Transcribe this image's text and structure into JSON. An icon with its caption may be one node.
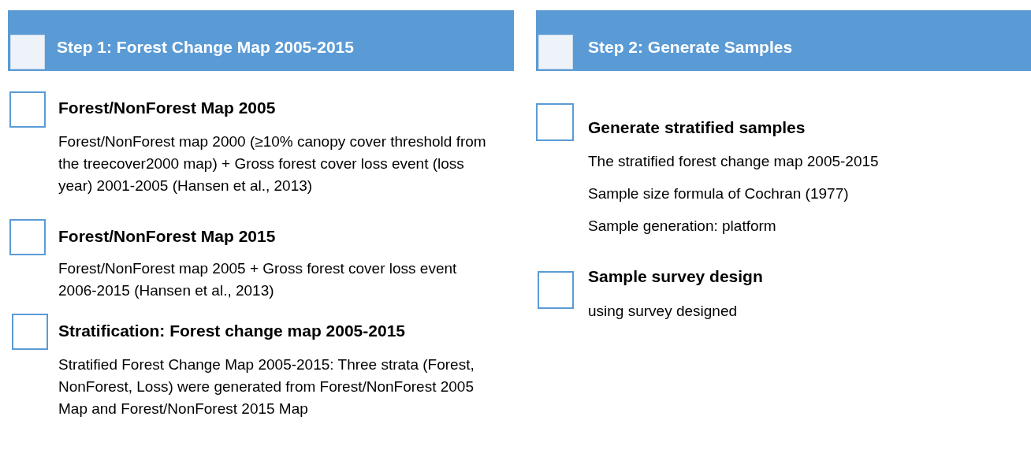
{
  "diagram": {
    "nodes": [
      {
        "text": [
          "Step 1: Forest Change Map 2005-2015"
        ]
      },
      {
        "text": [
          "Step 2: Generate Samples"
        ]
      }
    ],
    "labels": [
      "Forest/NonForest Map 2005",
      "Forest/NonForest map 2000 (≥10% canopy cover threshold from the treecover2000 map) + Gross forest cover loss event (loss year) 2001-2005 (Hansen et al., 2013)",
      "Forest/NonForest Map 2015",
      "Forest/NonForest map 2005 + Gross forest cover loss event 2006-2015 (Hansen et al., 2013)",
      "Stratification: Forest change map 2005-2015",
      "Stratified Forest Change Map 2005-2015: Three strata (Forest, NonForest, Loss) were generated from Forest/NonForest 2005 Map and Forest/NonForest 2015 Map",
      "Generate stratified samples",
      "The stratified forest change map 2005-2015",
      "Sample size formula of Cochran (1977)",
      "Sample generation: platform",
      "Sample survey design",
      "using survey designed"
    ]
  }
}
